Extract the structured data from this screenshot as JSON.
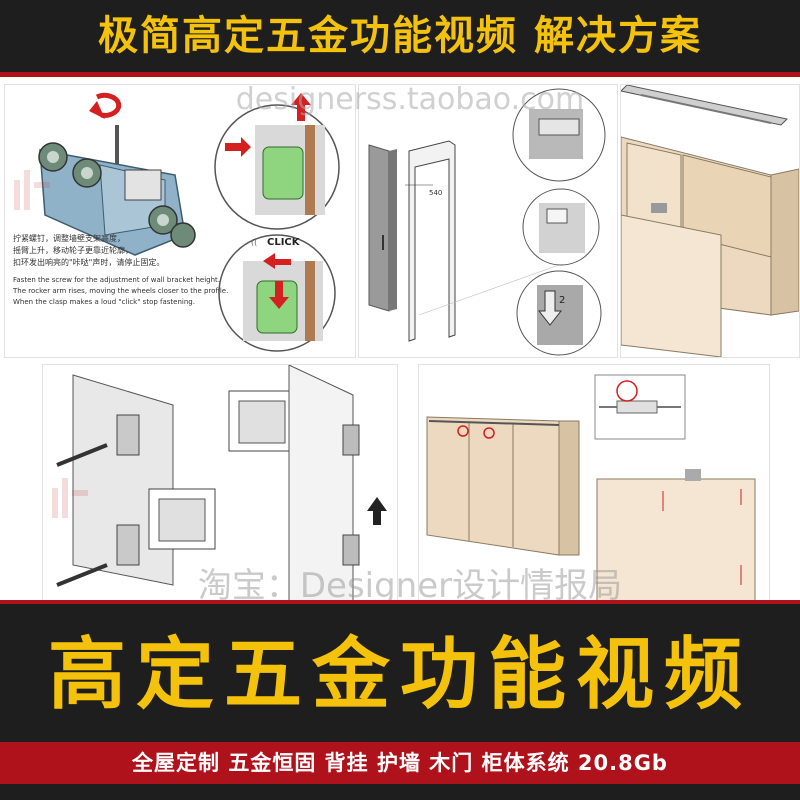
{
  "header": {
    "title": "极简高定五金功能视频 解决方案"
  },
  "watermarks": {
    "top_url": "designerss.taobao.com",
    "center": "淘宝：Designer设计情报局"
  },
  "panel1": {
    "click_label": "CLICK",
    "caption_cn_1": "拧紧螺钉，调整墙壁支架高度，",
    "caption_cn_2": "摇臂上升，移动轮子更靠近轮廓，",
    "caption_cn_3": "扣环发出响亮的\"咔哒\"声时，请停止固定。",
    "caption_en_1": "Fasten the screw for the adjustment of wall bracket height.",
    "caption_en_2": "The rocker arm rises, moving the wheels closer to the profile.",
    "caption_en_3": "When the clasp makes a loud \"click\" stop fastening."
  },
  "panel2": {
    "dim_label": "540",
    "step_label": "2"
  },
  "banner": {
    "big_title": "高定五金功能视频"
  },
  "footer": {
    "text": "全屋定制 五金恒固 背挂 护墙 木门 柜体系统  20.8Gb"
  },
  "colors": {
    "banner_bg": "#1e1e1e",
    "accent_yellow": "#f5c20b",
    "accent_red": "#b0121b",
    "cabinet_beige": "#ecd9c0"
  }
}
